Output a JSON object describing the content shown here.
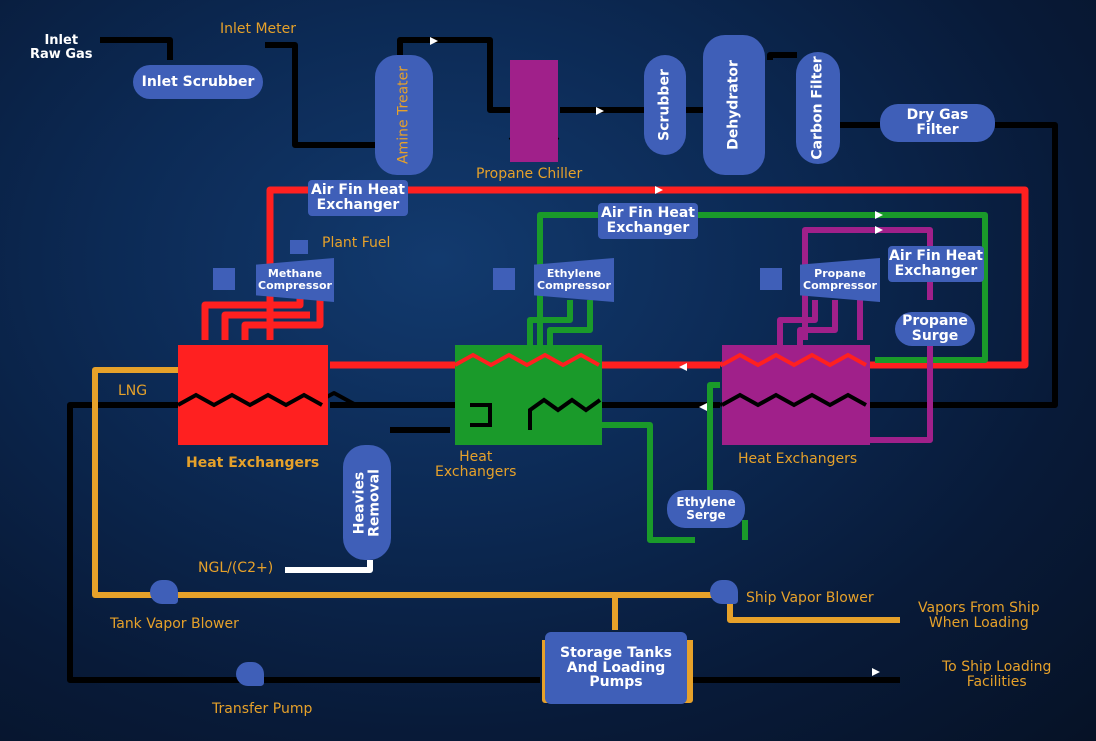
{
  "colors": {
    "methane": "#ff2020",
    "ethylene": "#1a9a2a",
    "propane": "#a0208a",
    "lng_line": "#e6a12a",
    "equipment": "#3f5fb8",
    "gas_line": "#000000"
  },
  "labels": {
    "inlet_raw_gas": "Inlet\nRaw Gas",
    "inlet_meter": "Inlet Meter",
    "inlet_scrubber": "Inlet Scrubber",
    "amine_treater": "Amine Treater",
    "propane_chiller": "Propane Chiller",
    "scrubber": "Scrubber",
    "dehydrator": "Dehydrator",
    "carbon_filter": "Carbon Filter",
    "dry_gas_filter": "Dry Gas\nFilter",
    "air_fin_1": "Air Fin Heat\nExchanger",
    "air_fin_2": "Air Fin Heat\nExchanger",
    "air_fin_3": "Air Fin Heat\nExchanger",
    "plant_fuel": "Plant Fuel",
    "methane_compressor": "Methane\nCompressor",
    "ethylene_compressor": "Ethylene\nCompressor",
    "propane_compressor": "Propane\nCompressor",
    "propane_surge": "Propane\nSurge",
    "lng": "LNG",
    "heat_exchangers_1": "Heat Exchangers",
    "heat_exchangers_2": "Heat\nExchangers",
    "heat_exchangers_3": "Heat Exchangers",
    "heavies_removal": "Heavies\nRemoval",
    "ethylene_serge": "Ethylene\nSerge",
    "ngl": "NGL/(C2+)",
    "tank_vapor_blower": "Tank Vapor Blower",
    "ship_vapor_blower": "Ship Vapor Blower",
    "vapors_from_ship": "Vapors From Ship\nWhen Loading",
    "storage_tanks": "Storage Tanks\nAnd Loading\nPumps",
    "to_ship_loading": "To Ship Loading\nFacilities",
    "transfer_pump": "Transfer Pump"
  }
}
